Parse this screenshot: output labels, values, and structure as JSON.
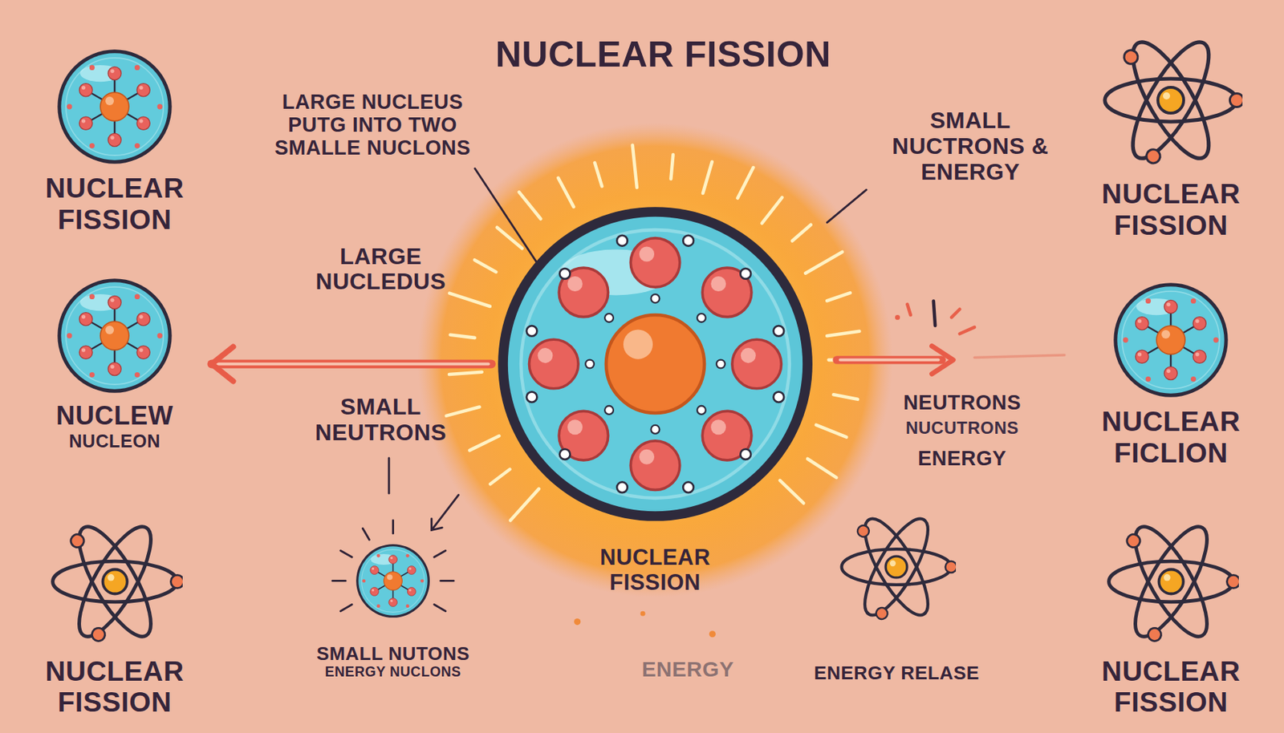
{
  "diagram": {
    "title": "NUCLEAR FISSION",
    "nodes": [
      {
        "text": [
          "NUCLEAR FISSION"
        ]
      },
      {
        "text": [
          "NUCLEAR FISSION"
        ]
      },
      {
        "text": [
          "NUCLEW",
          "NUCLEON"
        ]
      },
      {
        "text": [
          "NUCLEAR FISSION"
        ]
      },
      {
        "text": [
          "NUCLEAR FICLION"
        ]
      },
      {
        "text": [
          "SMALL NUTONS",
          "ENERGY NUCLONS"
        ]
      },
      {
        "text": [
          "NUCLEAR FISSION"
        ]
      },
      {
        "text": [
          "ENERGY RELASE"
        ]
      },
      {
        "text": [
          "NUCLEAR FISSION"
        ]
      }
    ],
    "edges": [
      {
        "from": 3,
        "to": 2,
        "arrow": "to"
      }
    ],
    "labels": [
      "LARGE NUCLEUS PUTG INTO TWO SMALLE NUCLONS",
      "SMALL NUCTRONS & ENERGY",
      "LARGE NUCLEDUS",
      "SMALL NEUTRONS",
      "NEUTRONS",
      "NUCUTRONS",
      "ENERGY",
      "ENERGY"
    ]
  }
}
